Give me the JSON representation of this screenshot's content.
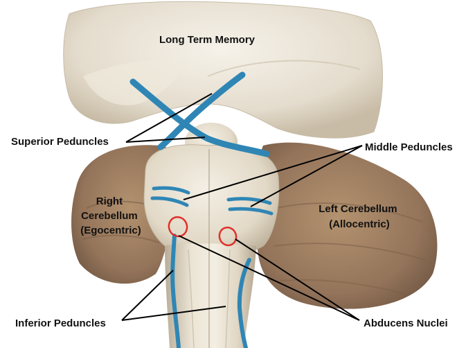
{
  "labels": {
    "long_term_memory": "Long Term Memory",
    "superior_peduncles": "Superior Peduncles",
    "middle_peduncles": "Middle Peduncles",
    "right_cerebellum": [
      "Right",
      "Cerebellum",
      "(Egocentric)"
    ],
    "left_cerebellum": [
      "Left Cerebellum",
      "(Allocentric)"
    ],
    "inferior_peduncles": "Inferior Peduncles",
    "abducens_nuclei": "Abducens Nuclei"
  },
  "colors": {
    "cerebrum": "#e9e2d4",
    "cerebrum_shade": "#c9bda8",
    "cerebellum": "#9a7a5c",
    "cerebellum_dark": "#6f5540",
    "brainstem": "#e3dac8",
    "brainstem_shade": "#bdb29e",
    "peduncle_blue": "#2f86b5",
    "nucleus_ring": "#e0302a",
    "leader_line": "#000000"
  }
}
